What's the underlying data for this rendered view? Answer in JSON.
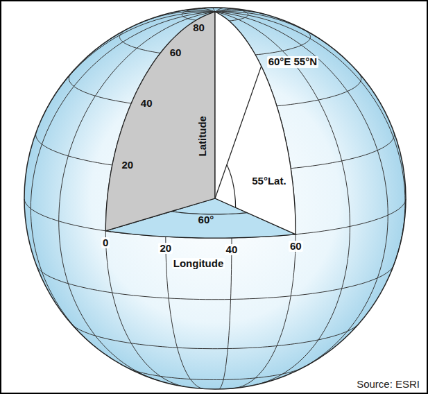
{
  "diagram": {
    "labels": [
      "80",
      "60",
      "40",
      "20",
      "Latitude",
      "60°E 55°N",
      "55°Lat.",
      "60°",
      "0",
      "20",
      "40",
      "60",
      "Longitude",
      "Source: ESRI"
    ]
  }
}
